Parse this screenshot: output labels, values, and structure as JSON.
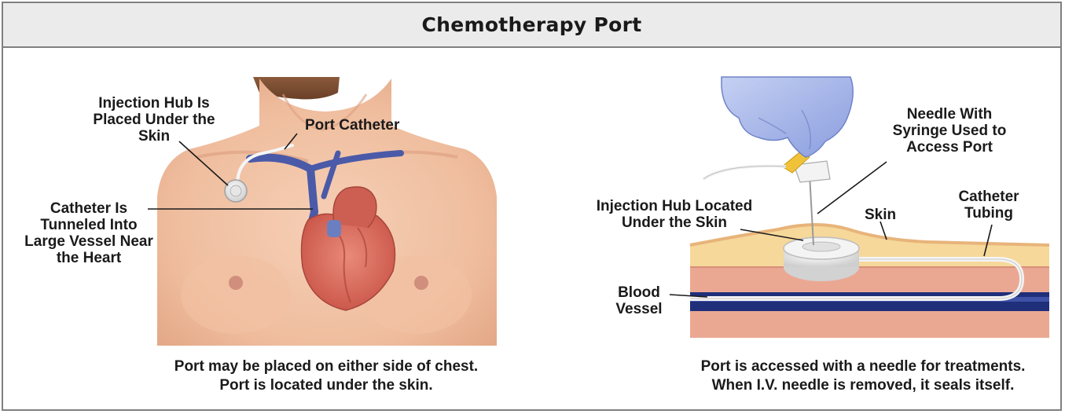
{
  "title": "Chemotherapy Port",
  "left_panel": {
    "label_hub": [
      "Injection Hub Is",
      "Placed Under the",
      "Skin"
    ],
    "label_catheter": "Port Catheter",
    "label_tunneled": [
      "Catheter Is",
      "Tunneled Into",
      "Large Vessel Near",
      "the Heart"
    ],
    "caption": [
      "Port may be placed on either side of chest.",
      "Port is located under the skin."
    ]
  },
  "right_panel": {
    "label_needle": [
      "Needle With",
      "Syringe Used to",
      "Access Port"
    ],
    "label_hub": [
      "Injection Hub Located",
      "Under the Skin"
    ],
    "label_skin": "Skin",
    "label_tubing": [
      "Catheter",
      "Tubing"
    ],
    "label_vessel": [
      "Blood",
      "Vessel"
    ],
    "caption": [
      "Port is accessed with a needle for treatments.",
      "When I.V. needle is removed, it seals itself."
    ]
  },
  "colors": {
    "skin": "#f2c3a6",
    "vessel_blue": "#3f4f9c",
    "heart_red": "#d7665a",
    "glove_blue": "#9fb0e6",
    "needle_hub_yellow": "#f0c23a",
    "tissue_yellow": "#f6d89a",
    "muscle_pink": "#eaa893",
    "deep_vessel": "#1f2f7a"
  }
}
